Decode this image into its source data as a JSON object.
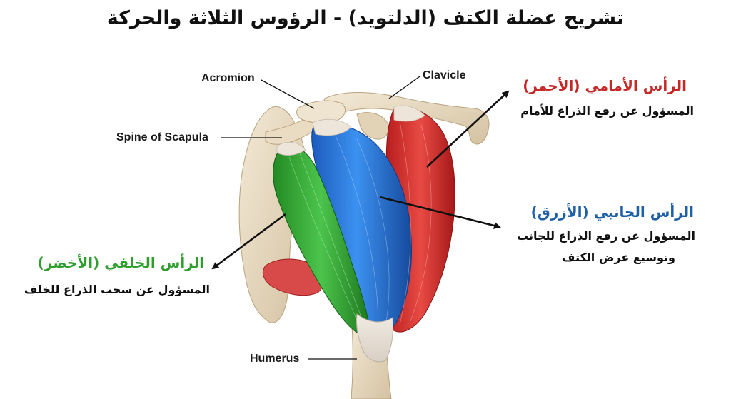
{
  "title": "تشريح عضلة الكتف (الدلتويد) - الرؤوس الثلاثة والحركة",
  "labels": {
    "acromion": "Acromion",
    "clavicle": "Clavicle",
    "spine_of_scapula": "Spine of Scapula",
    "humerus": "Humerus"
  },
  "heads": {
    "anterior": {
      "title": "الرأس الأمامي (الأحمر)",
      "description": "المسؤول عن رفع الذراع للأمام",
      "color": "#c62828"
    },
    "lateral": {
      "title": "الرأس الجانبي (الأزرق)",
      "description_line1": "المسؤول عن رفع الذراع للجانب",
      "description_line2": "وتوسيع عرض الكتف",
      "color": "#1e5fa8"
    },
    "posterior": {
      "title": "الرأس الخلفي (الأخضر)",
      "description": "المسؤول عن سحب الذراع للخلف",
      "color": "#2e9e2e"
    }
  },
  "colors": {
    "bone": "#e6d8bf",
    "anterior_muscle": "#d93a3a",
    "lateral_muscle": "#2f7be0",
    "posterior_muscle": "#3fb13f",
    "tendon": "#e9e2da"
  }
}
